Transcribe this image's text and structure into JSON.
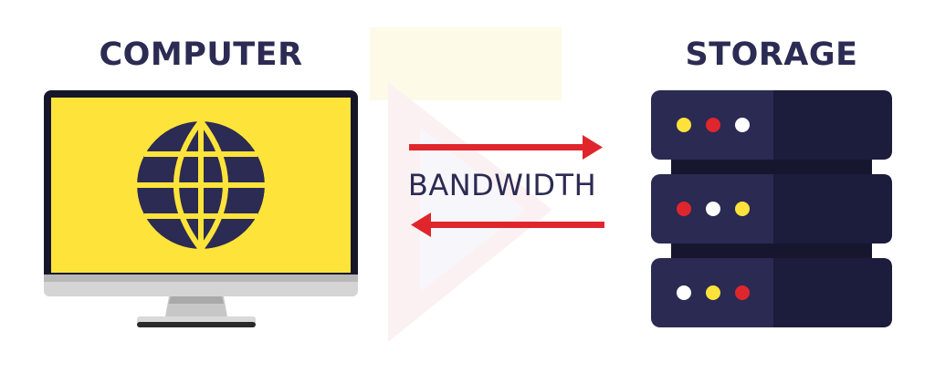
{
  "labels": {
    "computer": "COMPUTER",
    "storage": "STORAGE",
    "link": "BANDWIDTH"
  },
  "icons": {
    "computer": "monitor-icon",
    "screen_symbol": "globe-icon",
    "storage": "server-rack-icon",
    "arrows": "bidirectional-arrows-icon",
    "watermark": "play-logo-watermark"
  },
  "colors": {
    "heading": "#2c2b53",
    "screen": "#fee43a",
    "bezel": "#16162b",
    "server_front": "#2a2a53",
    "server_side": "#1c1c3c",
    "arrow": "#e0262d",
    "led_yellow": "#fde23b",
    "led_red": "#e0262d",
    "led_white": "#ffffff"
  },
  "server_units": [
    {
      "leds": [
        "yellow",
        "red",
        "white"
      ]
    },
    {
      "leds": [
        "red",
        "white",
        "yellow"
      ]
    },
    {
      "leds": [
        "white",
        "yellow",
        "red"
      ]
    }
  ]
}
